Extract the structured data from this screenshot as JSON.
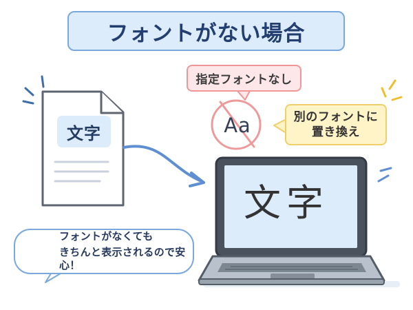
{
  "title": "フォントがない場合",
  "document": {
    "label": "文字"
  },
  "notes": {
    "missing_font": "指定フォントなし",
    "sample_font": "Aa",
    "replacement_lines": [
      "別のフォントに",
      "置き換え"
    ]
  },
  "laptop": {
    "screen_text": "文字"
  },
  "reassurance": {
    "lines": [
      "フォントがなくても",
      "きちんと表示されるので安心！"
    ]
  },
  "colors": {
    "primary_blue": "#79a8dd",
    "navy": "#233f72",
    "light_blue": "#dcecfb",
    "red": "#ef9696",
    "yellow": "#f0cf6a"
  }
}
